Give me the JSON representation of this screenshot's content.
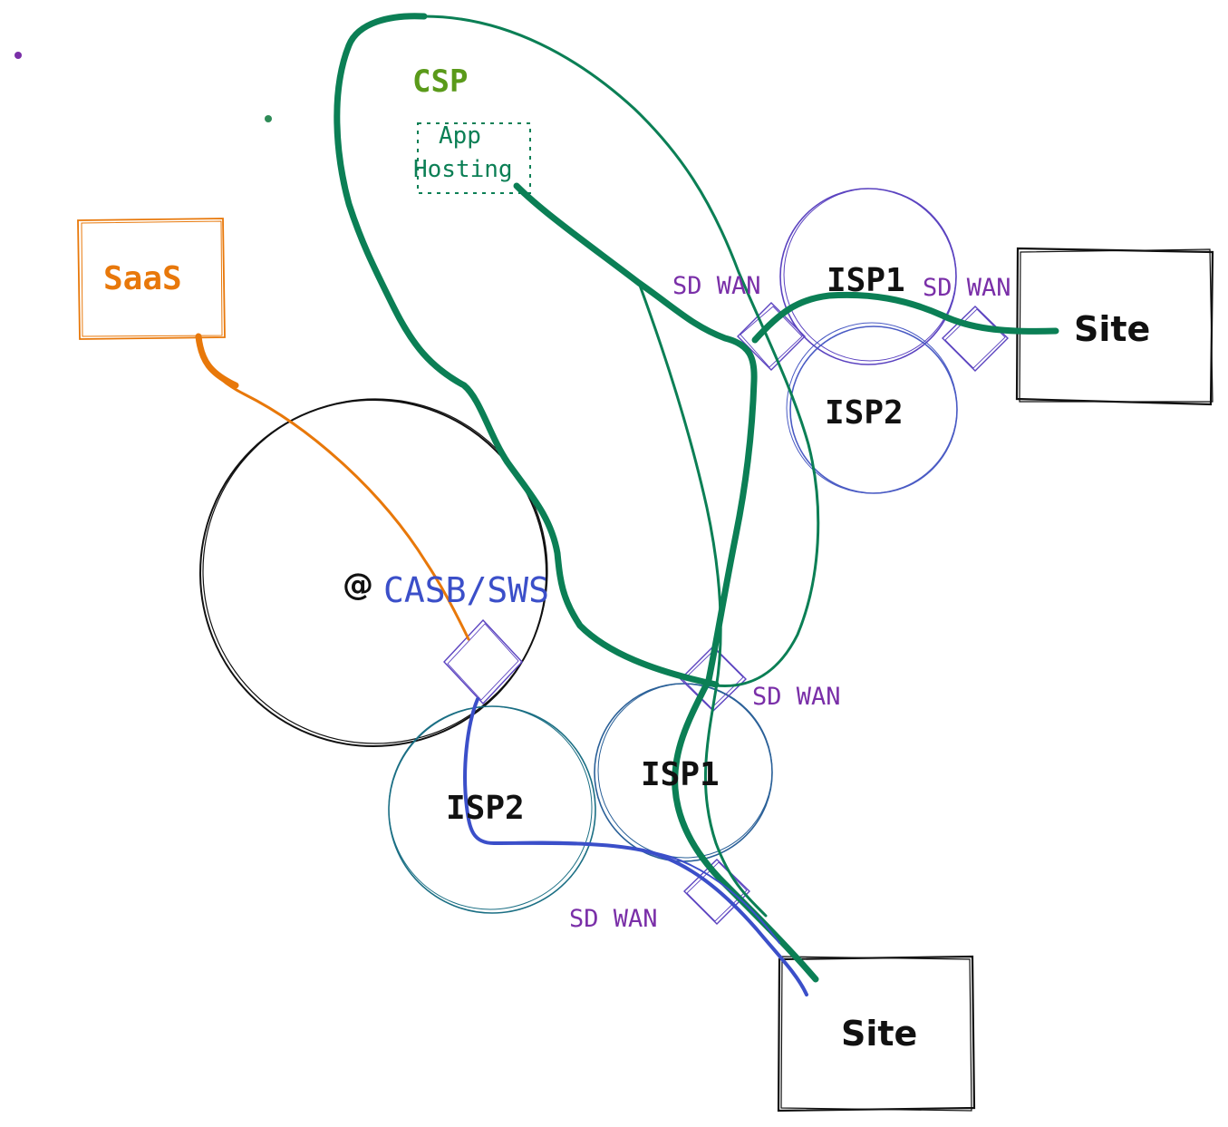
{
  "labels": {
    "csp": "CSP",
    "app_hosting_line1": "App",
    "app_hosting_line2": "Hosting",
    "saas": "SaaS",
    "at_symbol": "@",
    "casb_sws": "CASB/SWS",
    "isp1_top": "ISP1",
    "isp2_top": "ISP2",
    "isp1_bottom": "ISP1",
    "isp2_bottom": "ISP2",
    "site_right": "Site",
    "site_bottom": "Site",
    "sdwan_top_left": "SD WAN",
    "sdwan_top_right": "SD WAN",
    "sdwan_middle": "SD WAN",
    "sdwan_bottom": "SD WAN"
  },
  "colors": {
    "green_cloud": "#0b7f55",
    "green_text": "#5a9a1a",
    "orange": "#e8780a",
    "purple": "#7a2fa8",
    "blue": "#3b4fc9",
    "isp_purple": "#5b43c0",
    "isp_blue": "#4a5bc4",
    "isp_teal": "#1b6f84",
    "isp_dark_blue": "#2a6098",
    "black": "#111111"
  }
}
